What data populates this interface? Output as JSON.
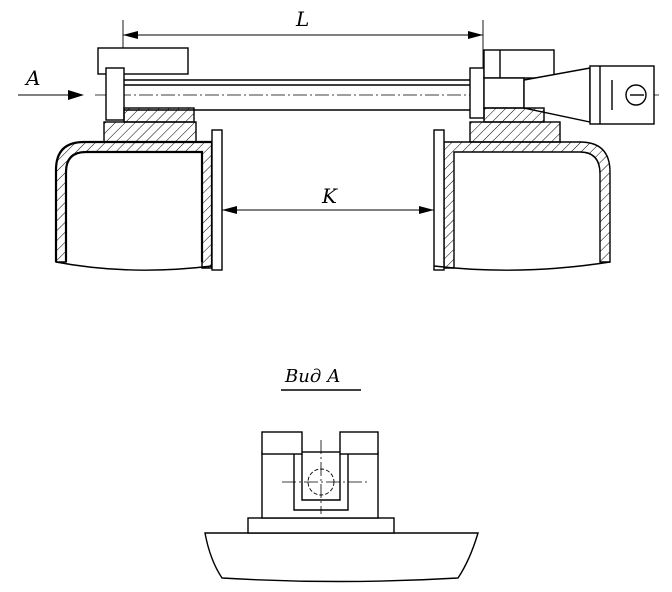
{
  "labels": {
    "dimension_L": "L",
    "dimension_K": "K",
    "view_arrow": "A",
    "view_title": "Вид А"
  }
}
